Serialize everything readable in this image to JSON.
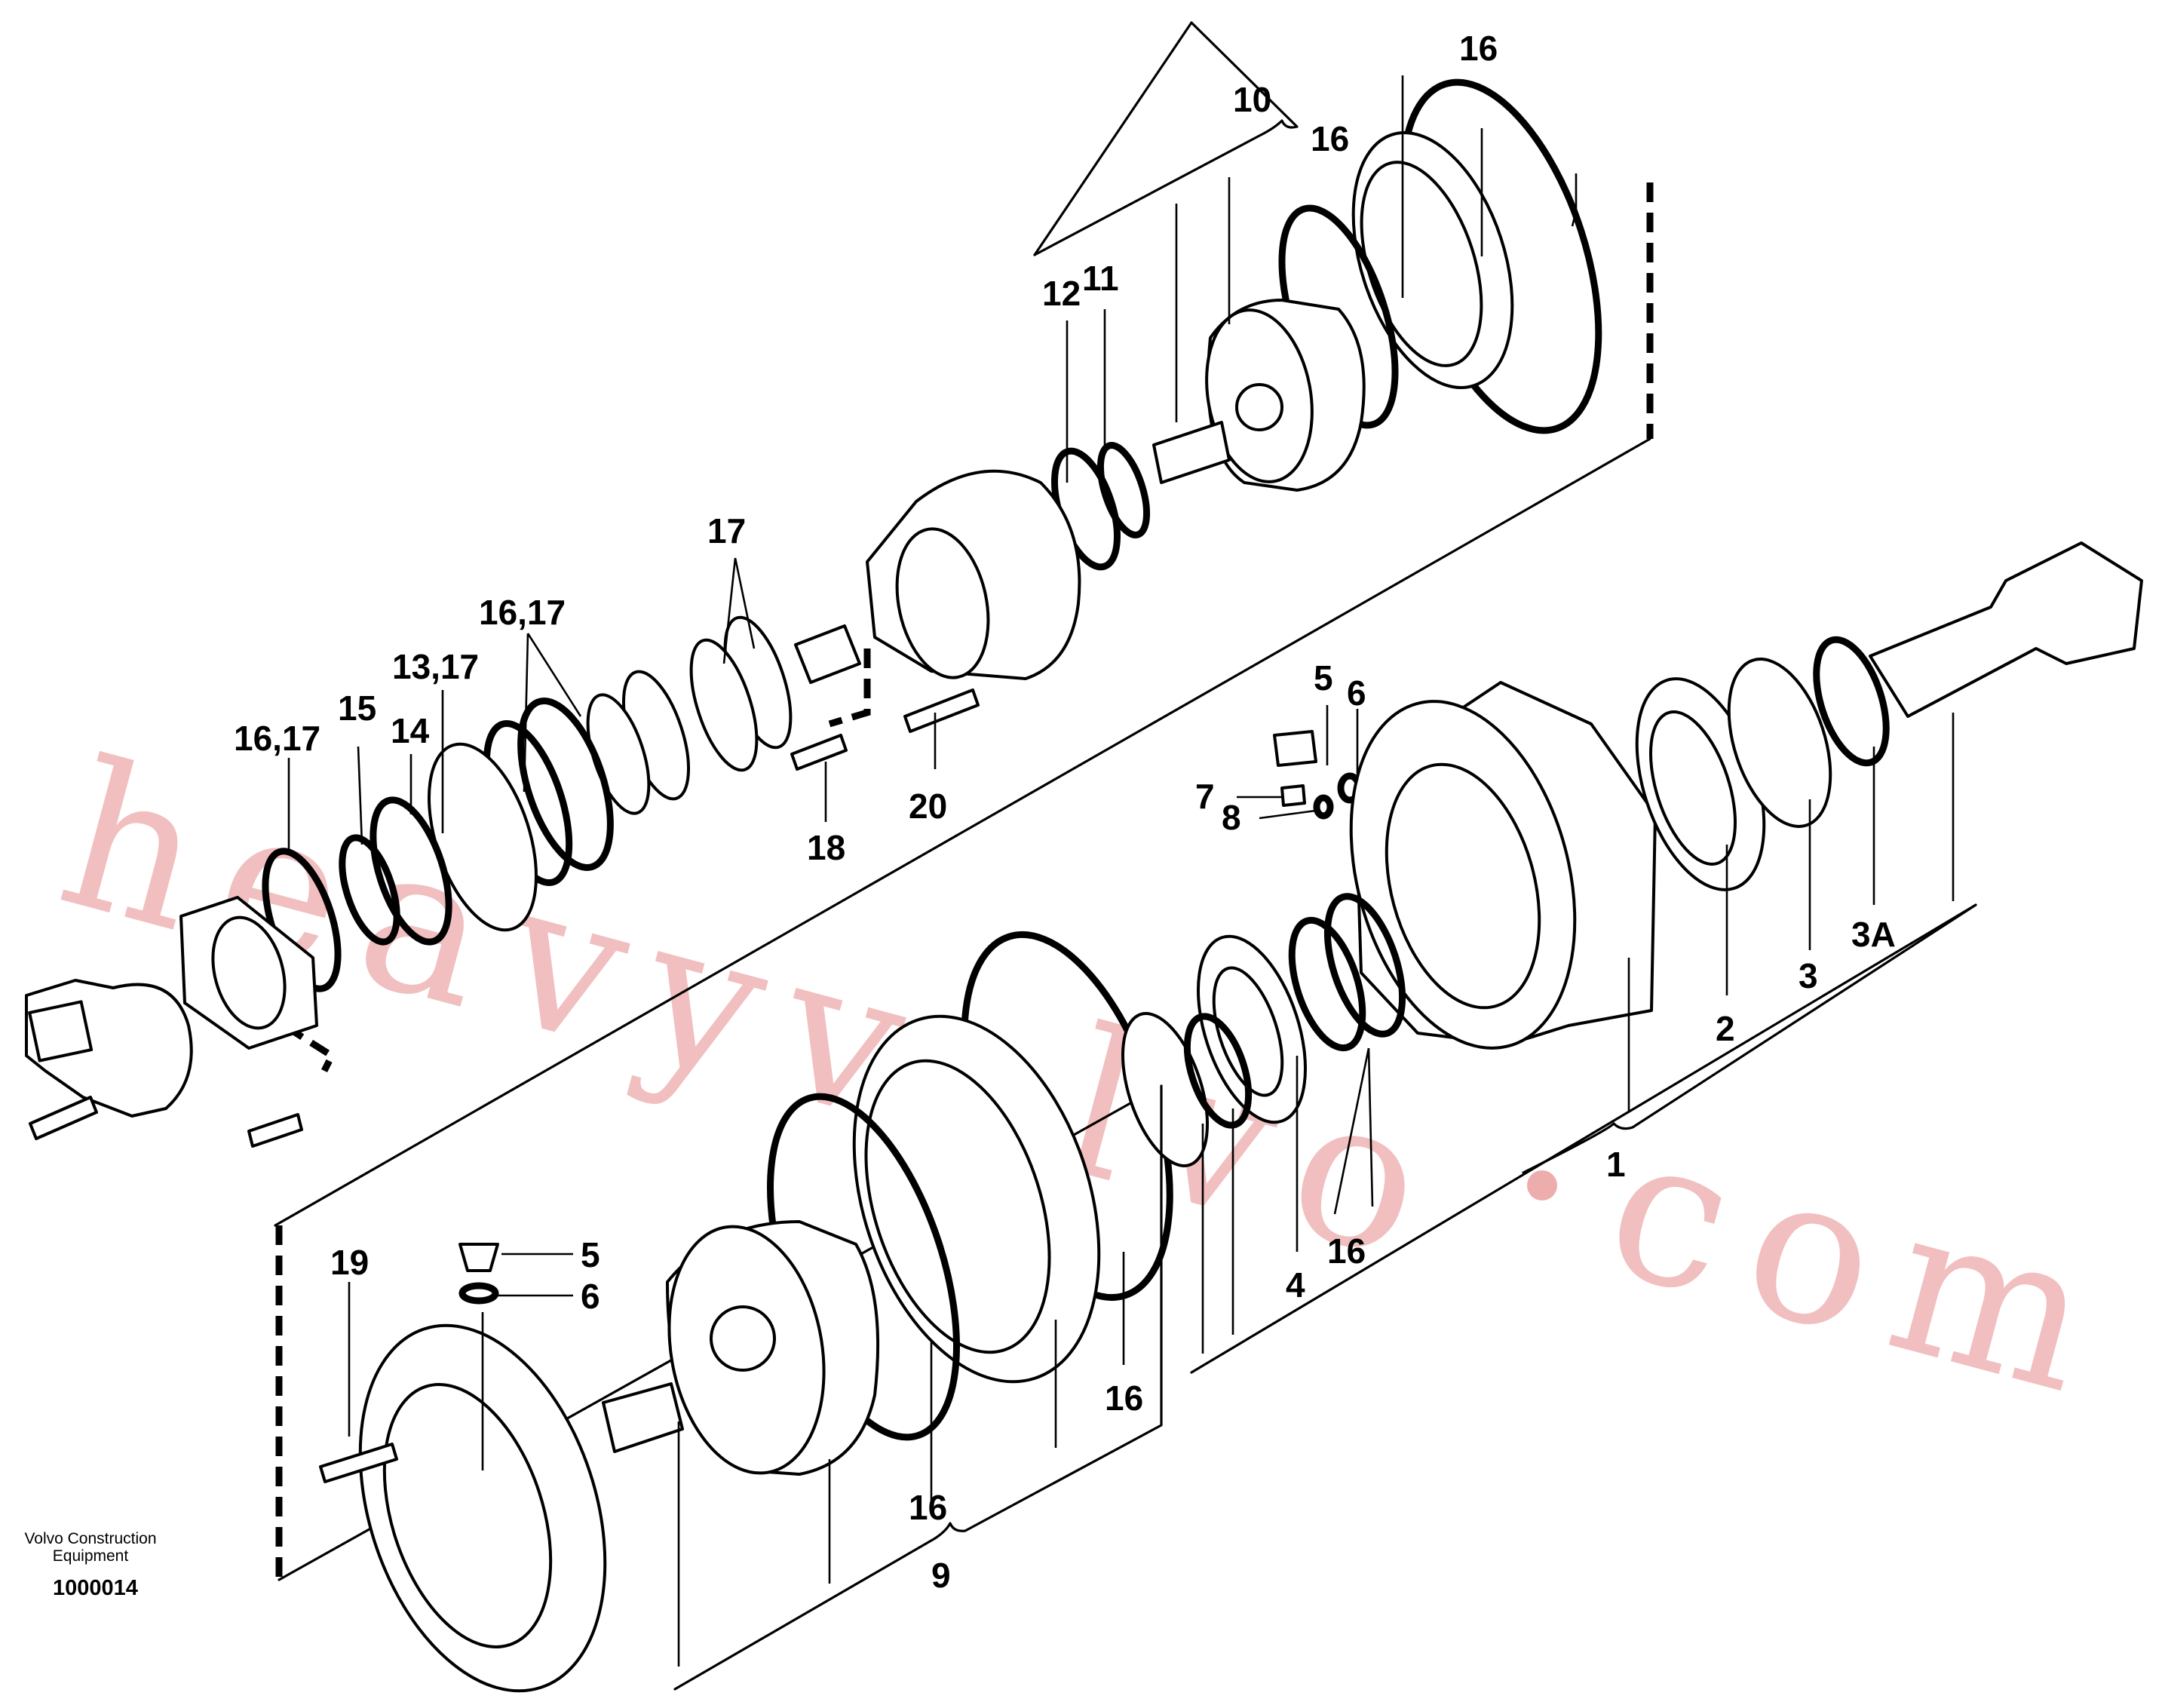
{
  "drawing": {
    "caption_line1": "Volvo Construction",
    "caption_line2": "Equipment",
    "number": "1000014"
  },
  "watermark": {
    "text": "heavyvolvo",
    "suffix": "com"
  },
  "callouts": [
    {
      "id": "c10",
      "text": "10"
    },
    {
      "id": "c16a",
      "text": "16"
    },
    {
      "id": "c16b",
      "text": "16"
    },
    {
      "id": "c12",
      "text": "12"
    },
    {
      "id": "c11",
      "text": "11"
    },
    {
      "id": "c17",
      "text": "17"
    },
    {
      "id": "c1617a",
      "text": "16,17"
    },
    {
      "id": "c1317",
      "text": "13,17"
    },
    {
      "id": "c1617b",
      "text": "16,17"
    },
    {
      "id": "c15",
      "text": "15"
    },
    {
      "id": "c14",
      "text": "14"
    },
    {
      "id": "c5a",
      "text": "5"
    },
    {
      "id": "c6a",
      "text": "6"
    },
    {
      "id": "c7",
      "text": "7"
    },
    {
      "id": "c8",
      "text": "8"
    },
    {
      "id": "c18",
      "text": "18"
    },
    {
      "id": "c20",
      "text": "20"
    },
    {
      "id": "c2",
      "text": "2"
    },
    {
      "id": "c3",
      "text": "3"
    },
    {
      "id": "c3a",
      "text": "3A"
    },
    {
      "id": "c1",
      "text": "1"
    },
    {
      "id": "c4",
      "text": "4"
    },
    {
      "id": "c16c",
      "text": "16"
    },
    {
      "id": "c19",
      "text": "19"
    },
    {
      "id": "c5b",
      "text": "5"
    },
    {
      "id": "c6b",
      "text": "6"
    },
    {
      "id": "c16d",
      "text": "16"
    },
    {
      "id": "c16e",
      "text": "16"
    },
    {
      "id": "c9",
      "text": "9"
    }
  ]
}
